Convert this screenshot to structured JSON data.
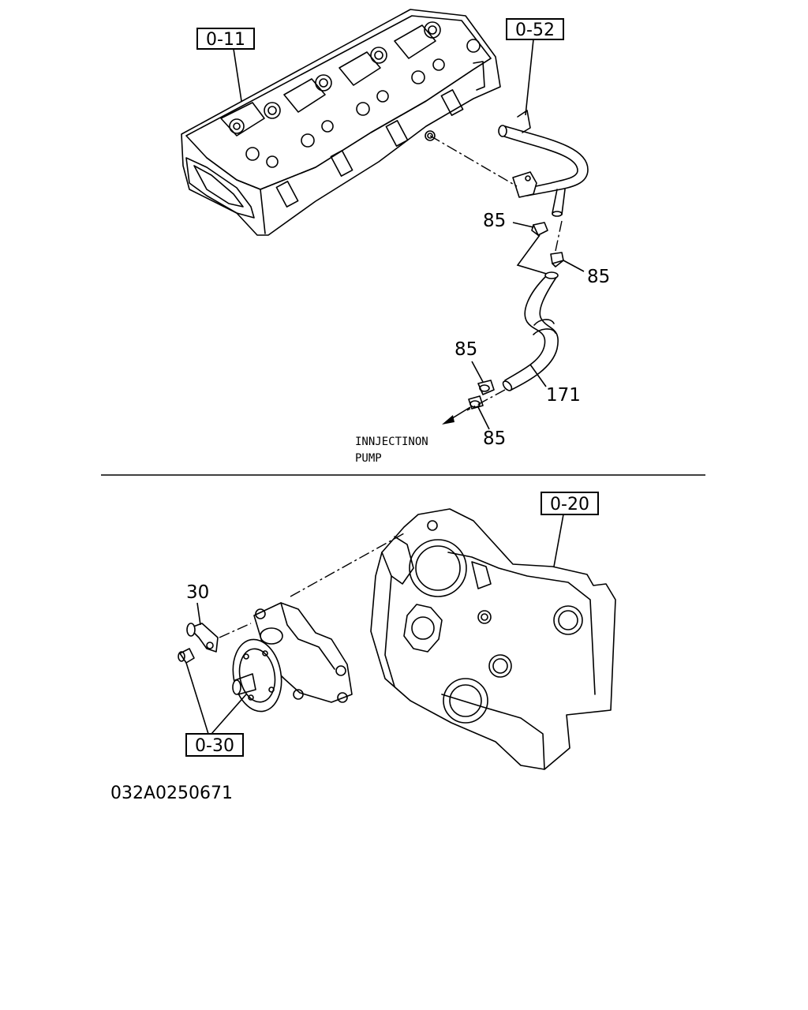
{
  "references": {
    "cylinder_head": "0-11",
    "water_outlet_pipe": "0-52",
    "timing_case": "0-20",
    "water_pump": "0-30"
  },
  "parts": {
    "clip_upper_left": "85",
    "clip_upper_right": "85",
    "clip_lower_top": "85",
    "clip_lower_bottom": "85",
    "hose": "171",
    "bolt": "30"
  },
  "destination": {
    "line1": "INNJECTINON",
    "line2": "PUMP"
  },
  "figure_code": "032A0250671"
}
